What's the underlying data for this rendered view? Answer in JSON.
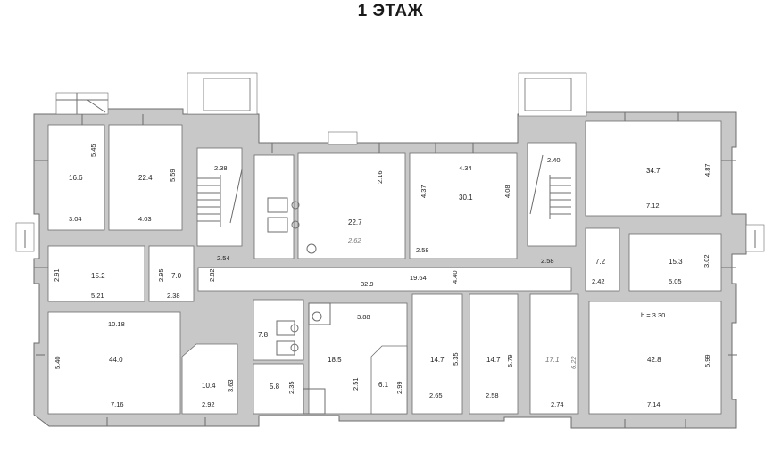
{
  "title": "1 ЭТАЖ",
  "labels": {
    "r01_area": "16.6",
    "r01_w": "3.04",
    "r01_h": "5.45",
    "r02_area": "22.4",
    "r02_w": "4.03",
    "r02_h": "5.59",
    "r03_dim": "2.38",
    "r04_w": "2.16",
    "r05_area": "22.7",
    "r05_sub": "2.62",
    "r06_area": "30.1",
    "r06_w": "4.34",
    "r06_h1": "4.37",
    "r06_h2": "4.08",
    "r06_b": "2.58",
    "r07_dim": "2.40",
    "r08_area": "34.7",
    "r08_w": "7.12",
    "r08_h": "4.87",
    "r09_area": "15.2",
    "r09_w": "5.21",
    "r09_h": "2.91",
    "r10_area": "7.0",
    "r10_w": "2.38",
    "r10_h": "2.95",
    "r11_dim": "2.82",
    "r12_dim": "2.54",
    "cor_len": "32.9",
    "cor_area": "19.64",
    "cor_w": "4.40",
    "cor_r": "2.58",
    "r13_area": "7.2",
    "r13_w": "2.42",
    "r14_area": "15.3",
    "r14_w": "5.05",
    "r14_h": "3.02",
    "r15_area": "44.0",
    "r15_top": "10.18",
    "r15_w": "7.16",
    "r15_h": "5.40",
    "r16_area": "10.4",
    "r16_w": "2.92",
    "r16_h": "3.63",
    "r17_area": "7.8",
    "r18_area": "5.8",
    "r18_h": "2.35",
    "r19_area": "18.5",
    "r19_top": "3.88",
    "r19_h": "2.51",
    "r20_area": "6.1",
    "r20_h": "2.99",
    "r21_area": "14.7",
    "r21_w": "2.65",
    "r21_h": "5.35",
    "r22_area": "14.7",
    "r22_w": "2.58",
    "r22_h": "5.79",
    "r23_area": "17.1",
    "r23_w": "2.74",
    "r23_h": "6.22",
    "r24_area": "42.8",
    "r24_w": "7.14",
    "r24_h": "5.99",
    "r24_ceiling": "h = 3.30"
  }
}
